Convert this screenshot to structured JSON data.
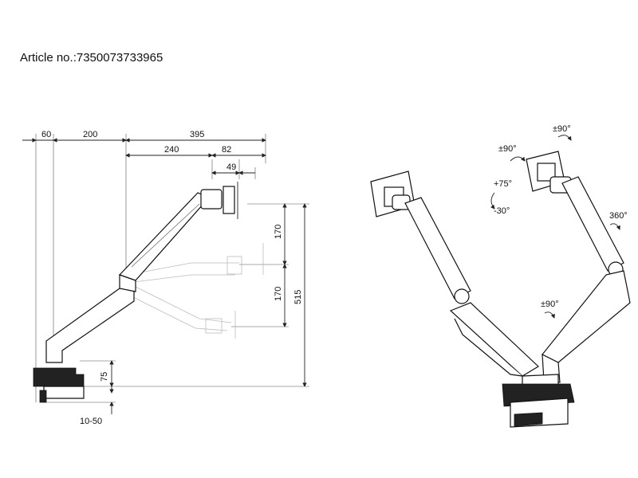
{
  "header": {
    "article_number": "Article no.:7350073733965"
  },
  "side_view": {
    "dimensions": {
      "d60": "60",
      "d200": "200",
      "d395": "395",
      "d240": "240",
      "d82": "82",
      "d49": "49",
      "d170_upper": "170",
      "d170_lower": "170",
      "d515": "515",
      "d75": "75",
      "d10_50": "10-50"
    }
  },
  "iso_view": {
    "rotations": {
      "vesa_tilt_pm90": "±90°",
      "vesa_swivel_pm90": "±90°",
      "tilt_plus75": "+75°",
      "tilt_minus30": "-30°",
      "base_360": "360°",
      "lower_arm_pm90": "±90°"
    }
  },
  "colors": {
    "line": "#222222",
    "ghost": "#bbbbbb",
    "background": "#ffffff"
  }
}
